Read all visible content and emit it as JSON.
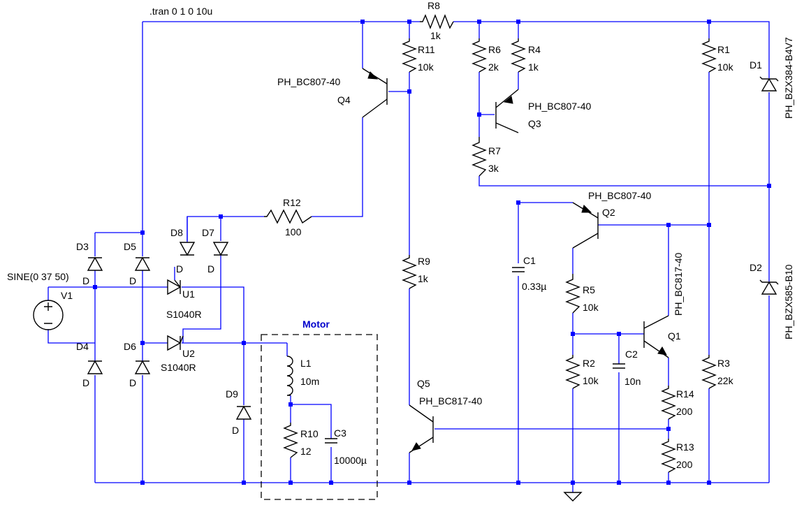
{
  "directive": ".tran 0 1 0 10u",
  "motor_label": "Motor",
  "source": {
    "ref": "V1",
    "value": "SINE(0 37 50)"
  },
  "resistors": [
    {
      "ref": "R1",
      "value": "10k"
    },
    {
      "ref": "R2",
      "value": "10k"
    },
    {
      "ref": "R3",
      "value": "22k"
    },
    {
      "ref": "R4",
      "value": "1k"
    },
    {
      "ref": "R5",
      "value": "10k"
    },
    {
      "ref": "R6",
      "value": "2k"
    },
    {
      "ref": "R7",
      "value": "3k"
    },
    {
      "ref": "R8",
      "value": "1k"
    },
    {
      "ref": "R9",
      "value": "1k"
    },
    {
      "ref": "R10",
      "value": "12"
    },
    {
      "ref": "R11",
      "value": "10k"
    },
    {
      "ref": "R12",
      "value": "100"
    },
    {
      "ref": "R13",
      "value": "200"
    },
    {
      "ref": "R14",
      "value": "200"
    }
  ],
  "capacitors": [
    {
      "ref": "C1",
      "value": "0.33µ"
    },
    {
      "ref": "C2",
      "value": "10n"
    },
    {
      "ref": "C3",
      "value": "10000µ"
    }
  ],
  "inductors": [
    {
      "ref": "L1",
      "value": "10m"
    }
  ],
  "transistors": [
    {
      "ref": "Q1",
      "model": "PH_BC817-40"
    },
    {
      "ref": "Q2",
      "model": "PH_BC807-40"
    },
    {
      "ref": "Q3",
      "model": "PH_BC807-40"
    },
    {
      "ref": "Q4",
      "model": "PH_BC807-40"
    },
    {
      "ref": "Q5",
      "model": "PH_BC817-40"
    }
  ],
  "thyristors": [
    {
      "ref": "U1",
      "model": "S1040R"
    },
    {
      "ref": "U2",
      "model": "S1040R"
    }
  ],
  "diodes": [
    {
      "ref": "D1",
      "model": "PH_BZX384-B4V7"
    },
    {
      "ref": "D2",
      "model": "PH_BZX585-B10"
    },
    {
      "ref": "D3",
      "model": "D"
    },
    {
      "ref": "D4",
      "model": "D"
    },
    {
      "ref": "D5",
      "model": "D"
    },
    {
      "ref": "D6",
      "model": "D"
    },
    {
      "ref": "D7",
      "model": "D"
    },
    {
      "ref": "D8",
      "model": "D"
    },
    {
      "ref": "D9",
      "model": "D"
    }
  ]
}
